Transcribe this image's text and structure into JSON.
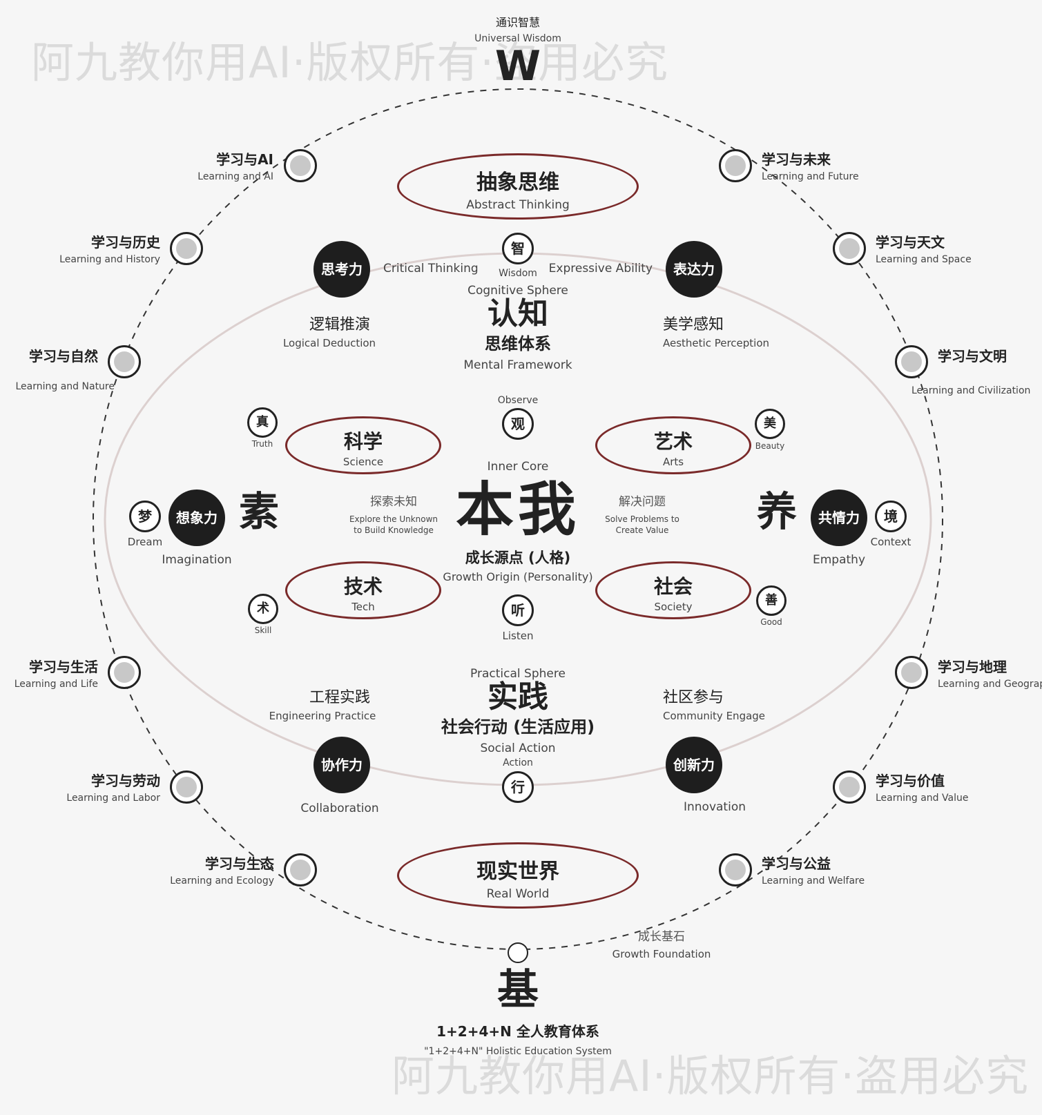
{
  "watermark": "阿九教你用AI·版权所有·盗用必究",
  "top": {
    "zh": "通识智慧",
    "en": "Universal Wisdom",
    "letter": "W"
  },
  "bottom": {
    "letter": "基",
    "zh": "1+2+4+N 全人教育体系",
    "en": "\"1+2+4+N\" Holistic Education System"
  },
  "foundation": {
    "zh": "成长基石",
    "en": "Growth Foundation"
  },
  "outer_nodes": [
    {
      "zh": "学习与AI",
      "en": "Learning and AI"
    },
    {
      "zh": "学习与历史",
      "en": "Learning and History"
    },
    {
      "zh": "学习与自然",
      "en": "Learning and Nature"
    },
    {
      "zh": "学习与生活",
      "en": "Learning and Life"
    },
    {
      "zh": "学习与劳动",
      "en": "Learning and Labor"
    },
    {
      "zh": "学习与生态",
      "en": "Learning and Ecology"
    },
    {
      "zh": "学习与未来",
      "en": "Learning and Future"
    },
    {
      "zh": "学习与天文",
      "en": "Learning and Space"
    },
    {
      "zh": "学习与文明",
      "en": "Learning and Civilization"
    },
    {
      "zh": "学习与地理",
      "en": "Learning and Geography"
    },
    {
      "zh": "学习与价值",
      "en": "Learning and Value"
    },
    {
      "zh": "学习与公益",
      "en": "Learning and Welfare"
    }
  ],
  "ovals": {
    "abstract": {
      "zh": "抽象思维",
      "en": "Abstract Thinking"
    },
    "real": {
      "zh": "现实世界",
      "en": "Real World"
    },
    "science": {
      "zh": "科学",
      "en": "Science"
    },
    "arts": {
      "zh": "艺术",
      "en": "Arts"
    },
    "tech": {
      "zh": "技术",
      "en": "Tech"
    },
    "society": {
      "zh": "社会",
      "en": "Society"
    }
  },
  "powers": {
    "critical": {
      "zh": "思考力",
      "en": "Critical Thinking"
    },
    "expressive": {
      "zh": "表达力",
      "en": "Expressive Ability"
    },
    "imagination": {
      "zh": "想象力",
      "en": "Imagination"
    },
    "empathy": {
      "zh": "共情力",
      "en": "Empathy"
    },
    "collab": {
      "zh": "协作力",
      "en": "Collaboration"
    },
    "innovation": {
      "zh": "创新力",
      "en": "Innovation"
    }
  },
  "chars": {
    "wisdom": {
      "zh": "智",
      "en": "Wisdom"
    },
    "observe": {
      "zh": "观",
      "en": "Observe"
    },
    "listen": {
      "zh": "听",
      "en": "Listen"
    },
    "action": {
      "zh": "行",
      "en": "Action"
    },
    "truth": {
      "zh": "真",
      "en": "Truth"
    },
    "beauty": {
      "zh": "美",
      "en": "Beauty"
    },
    "skill": {
      "zh": "术",
      "en": "Skill"
    },
    "good": {
      "zh": "善",
      "en": "Good"
    },
    "dream": {
      "zh": "梦",
      "en": "Dream"
    },
    "context": {
      "zh": "境",
      "en": "Context"
    }
  },
  "cognitive": {
    "en": "Cognitive Sphere",
    "big": "认知",
    "zh": "思维体系",
    "sub": "Mental Framework"
  },
  "practical": {
    "en": "Practical Sphere",
    "big": "实践",
    "zh": "社会行动 (生活应用)",
    "sub": "Social Action"
  },
  "core": {
    "en": "Inner Core",
    "big": "本我",
    "zh": "成长源点 (人格)",
    "sub": "Growth Origin (Personality)"
  },
  "side": {
    "left": "素",
    "right": "养"
  },
  "sub_skills": {
    "logic": {
      "zh": "逻辑推演",
      "en": "Logical Deduction"
    },
    "aesthetic": {
      "zh": "美学感知",
      "en": "Aesthetic Perception"
    },
    "engineering": {
      "zh": "工程实践",
      "en": "Engineering Practice"
    },
    "community": {
      "zh": "社区参与",
      "en": "Community Engage"
    }
  },
  "explore": {
    "zh": "探索未知",
    "en1": "Explore the Unknown",
    "en2": "to Build Knowledge"
  },
  "solve": {
    "zh": "解决问题",
    "en1": "Solve Problems to",
    "en2": "Create Value"
  }
}
